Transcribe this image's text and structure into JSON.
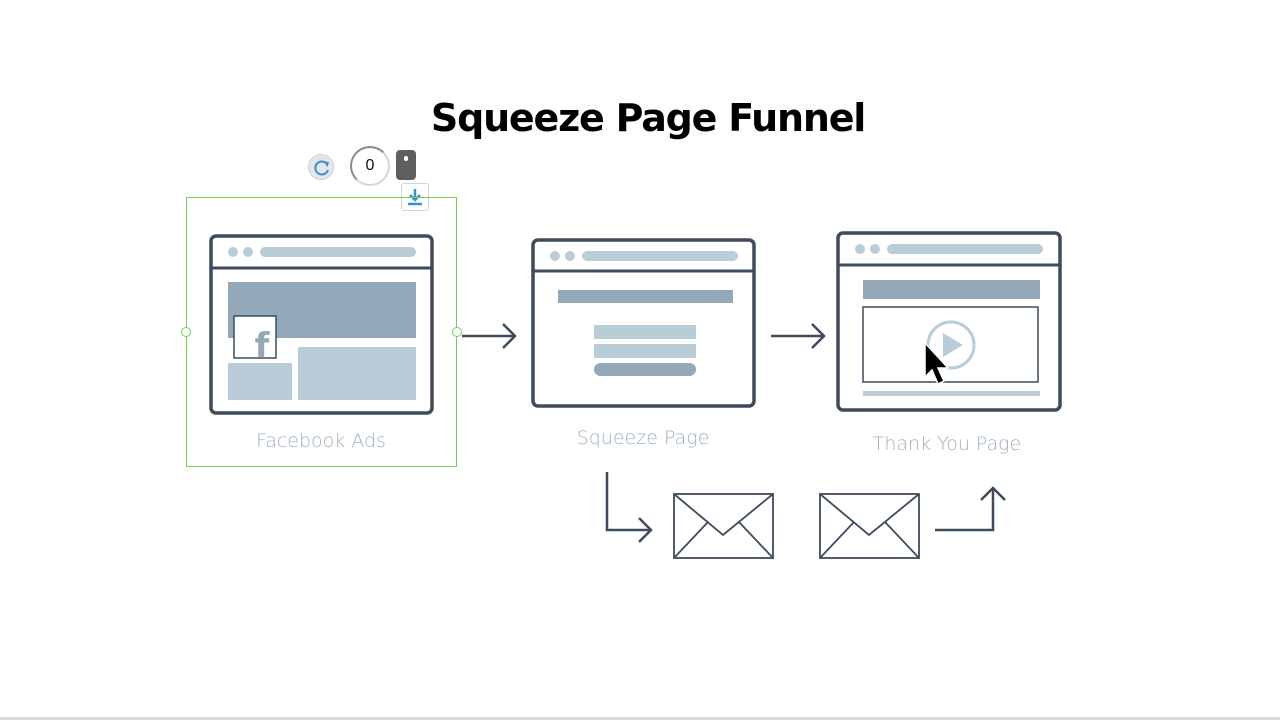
{
  "title": "Squeeze Page Funnel",
  "steps": [
    {
      "label": "Facebook Ads"
    },
    {
      "label": "Squeeze Page"
    },
    {
      "label": "Thank You Page"
    }
  ],
  "toolbar": {
    "counter": "0",
    "rotate_icon": "rotate-icon",
    "mouse_icon": "mouse-icon",
    "download_icon": "download-icon"
  },
  "colors": {
    "outline": "#3d4b5c",
    "fill_dark": "#93a8b8",
    "fill_light": "#b9cdd8",
    "label": "#9fb0bf",
    "selection": "#70d44b"
  }
}
